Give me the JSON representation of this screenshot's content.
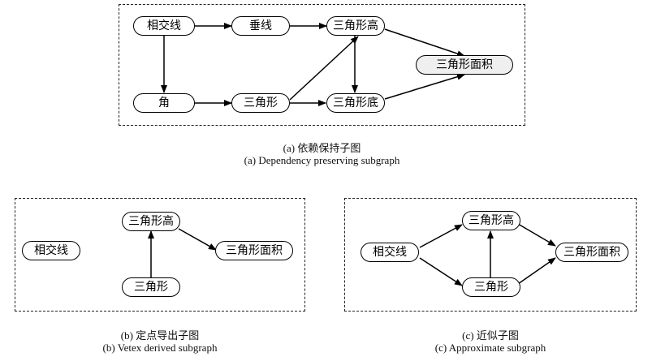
{
  "panel_a": {
    "nodes": {
      "xiangjiaoxian": "相交线",
      "chuixian": "垂线",
      "sanjiaoxinggao": "三角形高",
      "sanjiaoxingmianji": "三角形面积",
      "jiao": "角",
      "sanjiaoxing": "三角形",
      "sanjiaoxingdi": "三角形底"
    },
    "caption_cn": "(a) 依赖保持子图",
    "caption_en": "(a) Dependency preserving subgraph"
  },
  "panel_b": {
    "nodes": {
      "xiangjiaoxian": "相交线",
      "sanjiaoxinggao": "三角形高",
      "sanjiaoxingmianji": "三角形面积",
      "sanjiaoxing": "三角形"
    },
    "caption_cn": "(b) 定点导出子图",
    "caption_en": "(b) Vetex derived subgraph"
  },
  "panel_c": {
    "nodes": {
      "xiangjiaoxian": "相交线",
      "sanjiaoxinggao": "三角形高",
      "sanjiaoxingmianji": "三角形面积",
      "sanjiaoxing": "三角形"
    },
    "caption_cn": "(c) 近似子图",
    "caption_en": "(c) Approximate subgraph"
  }
}
